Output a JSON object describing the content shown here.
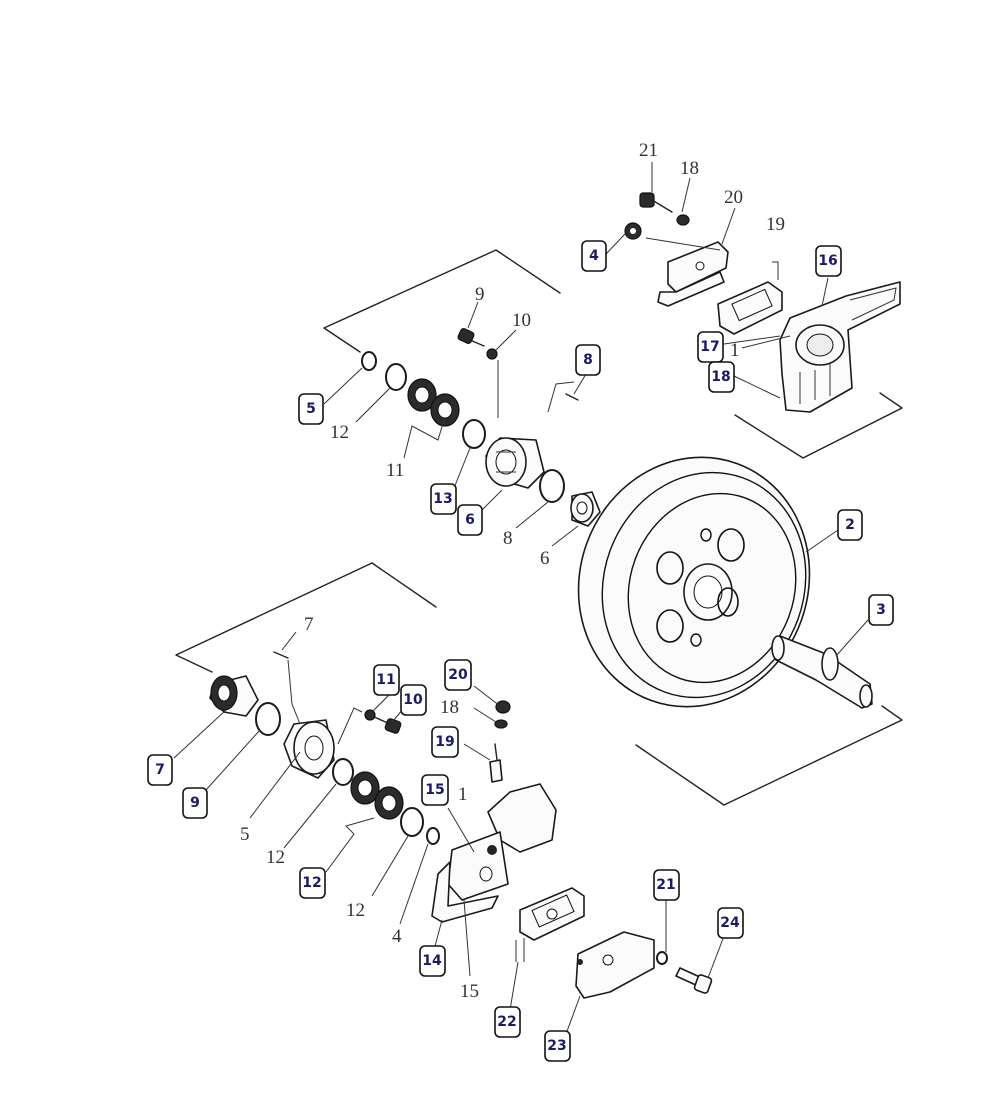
{
  "callouts": [
    {
      "id": "c-4",
      "label": "4"
    },
    {
      "id": "c-16",
      "label": "16"
    },
    {
      "id": "c-17",
      "label": "17"
    },
    {
      "id": "c-18a",
      "label": "18"
    },
    {
      "id": "c-8",
      "label": "8"
    },
    {
      "id": "c-5",
      "label": "5"
    },
    {
      "id": "c-13",
      "label": "13"
    },
    {
      "id": "c-6",
      "label": "6"
    },
    {
      "id": "c-2",
      "label": "2"
    },
    {
      "id": "c-3",
      "label": "3"
    },
    {
      "id": "c-11",
      "label": "11"
    },
    {
      "id": "c-10",
      "label": "10"
    },
    {
      "id": "c-20",
      "label": "20"
    },
    {
      "id": "c-19",
      "label": "19"
    },
    {
      "id": "c-15",
      "label": "15"
    },
    {
      "id": "c-7",
      "label": "7"
    },
    {
      "id": "c-9",
      "label": "9"
    },
    {
      "id": "c-12",
      "label": "12"
    },
    {
      "id": "c-14",
      "label": "14"
    },
    {
      "id": "c-21",
      "label": "21"
    },
    {
      "id": "c-24",
      "label": "24"
    },
    {
      "id": "c-22",
      "label": "22"
    },
    {
      "id": "c-23",
      "label": "23"
    }
  ],
  "plain_labels": [
    {
      "id": "p-21",
      "label": "21"
    },
    {
      "id": "p-18a",
      "label": "18"
    },
    {
      "id": "p-20",
      "label": "20"
    },
    {
      "id": "p-19",
      "label": "19"
    },
    {
      "id": "p-1a",
      "label": "1"
    },
    {
      "id": "p-9",
      "label": "9"
    },
    {
      "id": "p-10",
      "label": "10"
    },
    {
      "id": "p-12a",
      "label": "12"
    },
    {
      "id": "p-11",
      "label": "11"
    },
    {
      "id": "p-8",
      "label": "8"
    },
    {
      "id": "p-6",
      "label": "6"
    },
    {
      "id": "p-7",
      "label": "7"
    },
    {
      "id": "p-18b",
      "label": "18"
    },
    {
      "id": "p-1b",
      "label": "1"
    },
    {
      "id": "p-5",
      "label": "5"
    },
    {
      "id": "p-12b",
      "label": "12"
    },
    {
      "id": "p-12c",
      "label": "12"
    },
    {
      "id": "p-4",
      "label": "4"
    },
    {
      "id": "p-15",
      "label": "15"
    }
  ]
}
